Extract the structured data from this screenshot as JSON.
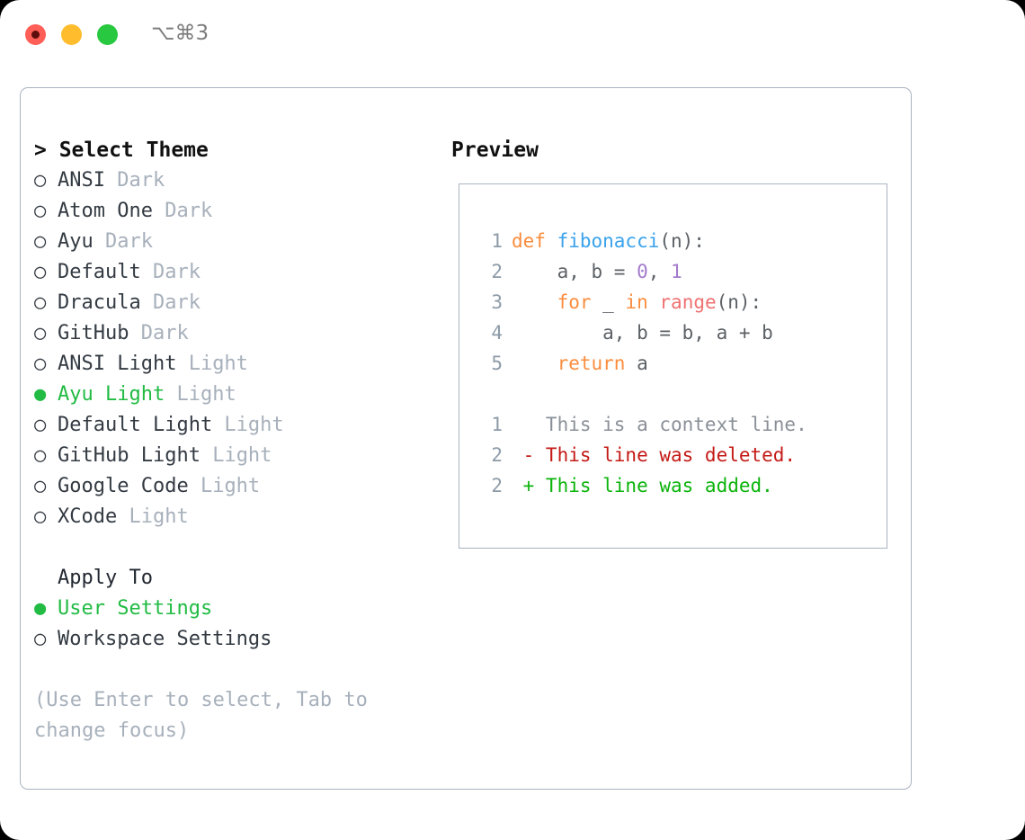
{
  "titlebar": {
    "shortcut": "⌥⌘3",
    "buttons": {
      "close": "close-window",
      "minimize": "minimize-window",
      "maximize": "maximize-window"
    }
  },
  "theme_picker": {
    "heading": "> Select Theme",
    "bullet_unselected": "○",
    "bullet_selected": "●",
    "items": [
      {
        "bullet": "○",
        "name": "ANSI",
        "variant": "Dark",
        "selected": false
      },
      {
        "bullet": "○",
        "name": "Atom One",
        "variant": "Dark",
        "selected": false
      },
      {
        "bullet": "○",
        "name": "Ayu",
        "variant": "Dark",
        "selected": false
      },
      {
        "bullet": "○",
        "name": "Default",
        "variant": "Dark",
        "selected": false
      },
      {
        "bullet": "○",
        "name": "Dracula",
        "variant": "Dark",
        "selected": false
      },
      {
        "bullet": "○",
        "name": "GitHub",
        "variant": "Dark",
        "selected": false
      },
      {
        "bullet": "○",
        "name": "ANSI Light",
        "variant": "Light",
        "selected": false
      },
      {
        "bullet": "●",
        "name": "Ayu Light",
        "variant": "Light",
        "selected": true
      },
      {
        "bullet": "○",
        "name": "Default Light",
        "variant": "Light",
        "selected": false
      },
      {
        "bullet": "○",
        "name": "GitHub Light",
        "variant": "Light",
        "selected": false
      },
      {
        "bullet": "○",
        "name": "Google Code",
        "variant": "Light",
        "selected": false
      },
      {
        "bullet": "○",
        "name": "XCode",
        "variant": "Light",
        "selected": false
      }
    ]
  },
  "apply_to": {
    "heading": "Apply To",
    "items": [
      {
        "bullet": "●",
        "label": "User Settings",
        "selected": true
      },
      {
        "bullet": "○",
        "label": "Workspace Settings",
        "selected": false
      }
    ]
  },
  "hint": "(Use Enter to select, Tab to change focus)",
  "preview": {
    "heading": "Preview",
    "code_lines": [
      {
        "no": "1",
        "tokens": [
          {
            "t": "def ",
            "c": "tok-kw"
          },
          {
            "t": "fibonacci",
            "c": "tok-fn"
          },
          {
            "t": "(n):",
            "c": "tok-punct"
          }
        ]
      },
      {
        "no": "2",
        "tokens": [
          {
            "t": "    a, b = ",
            "c": "tok-plain"
          },
          {
            "t": "0",
            "c": "tok-num"
          },
          {
            "t": ", ",
            "c": "tok-plain"
          },
          {
            "t": "1",
            "c": "tok-num"
          }
        ]
      },
      {
        "no": "3",
        "tokens": [
          {
            "t": "    ",
            "c": "tok-plain"
          },
          {
            "t": "for",
            "c": "tok-kw"
          },
          {
            "t": " _ ",
            "c": "tok-plain"
          },
          {
            "t": "in",
            "c": "tok-kw"
          },
          {
            "t": " ",
            "c": "tok-plain"
          },
          {
            "t": "range",
            "c": "tok-builtin"
          },
          {
            "t": "(n):",
            "c": "tok-punct"
          }
        ]
      },
      {
        "no": "4",
        "tokens": [
          {
            "t": "        a, b = b, a + b",
            "c": "tok-plain"
          }
        ]
      },
      {
        "no": "5",
        "tokens": [
          {
            "t": "    ",
            "c": "tok-plain"
          },
          {
            "t": "return",
            "c": "tok-kw"
          },
          {
            "t": " a",
            "c": "tok-plain"
          }
        ]
      }
    ],
    "diff_lines": [
      {
        "no": "1",
        "tokens": [
          {
            "t": "   This is a context line.",
            "c": "diff-ctx"
          }
        ]
      },
      {
        "no": "2",
        "tokens": [
          {
            "t": " - This line was deleted.",
            "c": "diff-del"
          }
        ]
      },
      {
        "no": "2",
        "tokens": [
          {
            "t": " + This line was added.",
            "c": "diff-add"
          }
        ]
      }
    ]
  },
  "colors": {
    "accent_green": "#22bb44",
    "muted": "#a7b0bb",
    "border": "#aab4c0",
    "keyword": "#fa8d3e",
    "function": "#3aa2ec",
    "number": "#a37acc",
    "builtin": "#f07171",
    "diff_add": "#0cb40c",
    "diff_del": "#c41a16",
    "dot_close": "#ff5f57",
    "dot_min": "#ffbd2e",
    "dot_max": "#28c840"
  }
}
